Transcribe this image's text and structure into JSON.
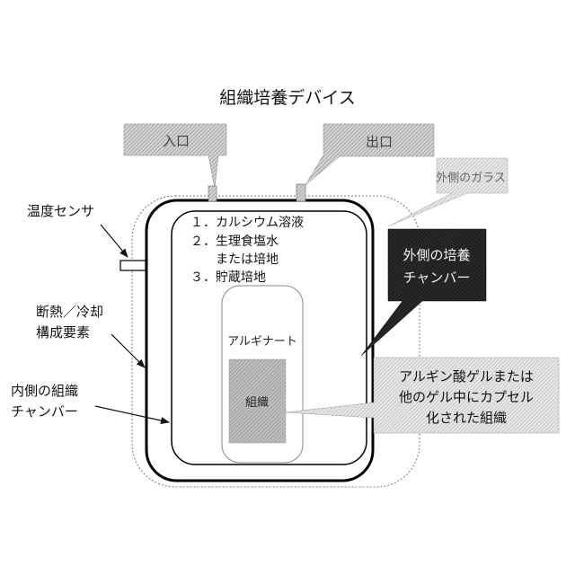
{
  "diagram": {
    "title": "組織培養デバイス",
    "inlet_label": "入口",
    "outlet_label": "出口",
    "outer_glass_label": "外側のガラス",
    "outer_chamber_label": [
      "外側の培養",
      "チャンバー"
    ],
    "temp_sensor_label": "温度センサ",
    "insulation_label": [
      "断熱／冷却",
      "構成要素"
    ],
    "inner_chamber_label": [
      "内側の組織",
      "チャンバー"
    ],
    "medium_list": [
      "１．カルシウム溶液",
      "２．生理食塩水",
      "　　または培地",
      "３．貯蔵培地"
    ],
    "alginate_label": "アルギナート",
    "tissue_label": "組織",
    "encapsulated_label": [
      "アルギン酸ゲルまたは",
      "他のゲル中にカプセル",
      "化された組織"
    ]
  }
}
